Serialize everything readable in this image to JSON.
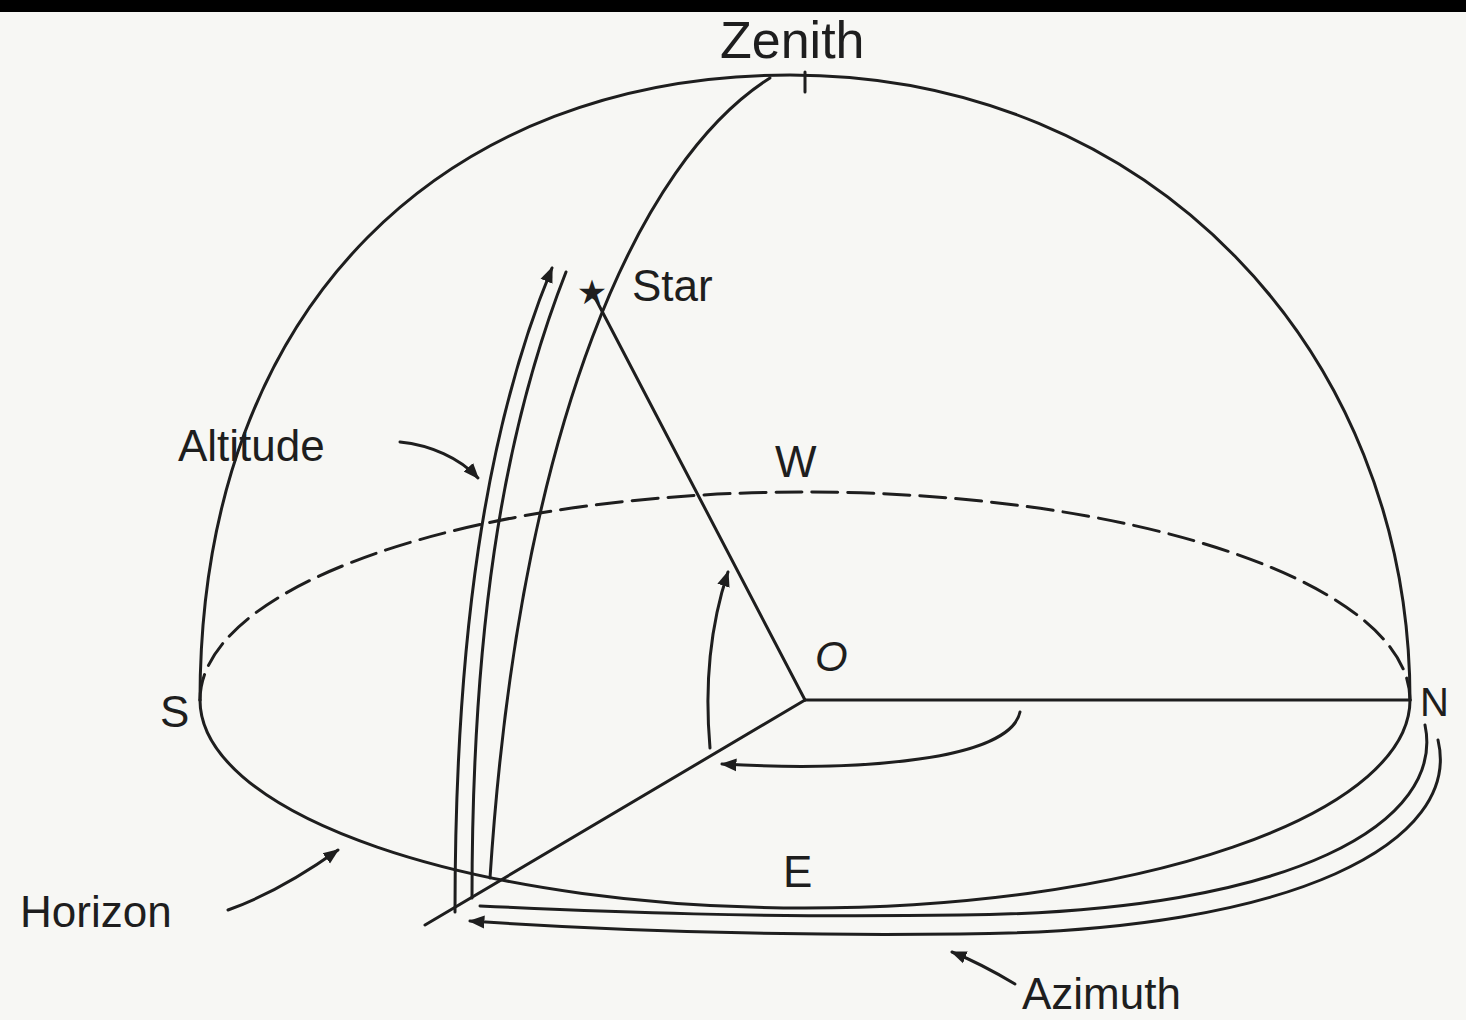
{
  "diagram": {
    "labels": [
      "Zenith",
      "Star",
      "Altitude",
      "W",
      "O",
      "S",
      "N",
      "E",
      "Horizon",
      "Azimuth"
    ]
  }
}
